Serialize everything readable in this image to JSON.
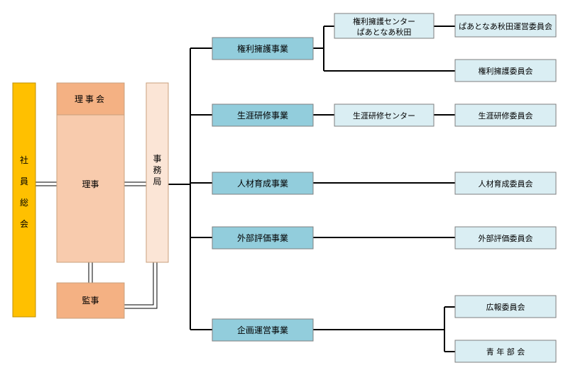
{
  "org": {
    "general_assembly": "社員総会",
    "board_header": "理事会",
    "board_members": "理事",
    "secretariat": "事務局",
    "auditor": "監事"
  },
  "divisions": [
    {
      "name": "権利擁護事業"
    },
    {
      "name": "生涯研修事業"
    },
    {
      "name": "人材育成事業"
    },
    {
      "name": "外部評価事業"
    },
    {
      "name": "企画運営事業"
    }
  ],
  "centers": {
    "advocacy_line1": "権利擁護センター",
    "advocacy_line2": "ぱあとなあ秋田",
    "training": "生涯研修センター"
  },
  "committees": {
    "pa_akita": "ぱあとなあ秋田運営委員会",
    "advocacy": "権利擁護委員会",
    "training": "生涯研修委員会",
    "hr": "人材育成委員会",
    "eval": "外部評価委員会",
    "pr": "広報委員会",
    "youth": "青 年 部 会"
  },
  "colors": {
    "assembly": "#FFC000",
    "board_header": "#F4B183",
    "board": "#F8CBAD",
    "secretariat": "#FBE5D6",
    "auditor": "#F4B183",
    "division": "#92CDDC",
    "committee": "#DAEEF3",
    "border": "#7F7F7F",
    "line": "#000000"
  }
}
